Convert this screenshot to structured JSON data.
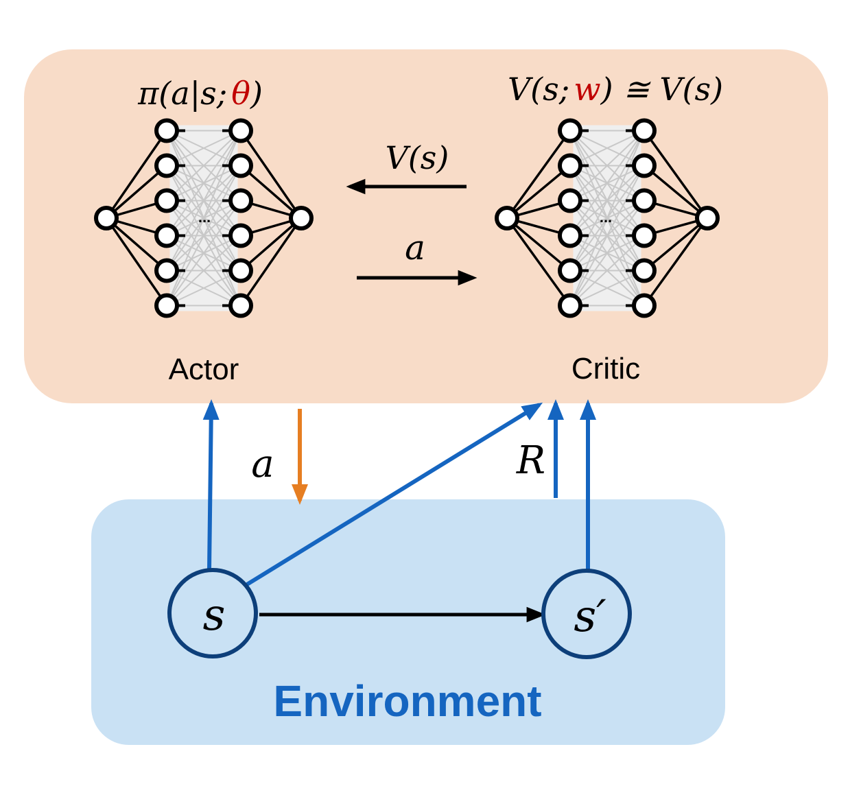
{
  "colors": {
    "agent_bg": "#f8dcc8",
    "env_bg": "#c9e1f4",
    "env_blue": "#1565c0",
    "state_circle": "#0d3f7a",
    "param_red": "#c00000",
    "action_orange": "#e67e22",
    "ink": "#000000"
  },
  "actor": {
    "label": "Actor",
    "policy_prefix": "π(a|s;",
    "policy_param": "θ",
    "policy_suffix": ")",
    "dots": "..."
  },
  "critic": {
    "label": "Critic",
    "value_prefix": "V(s;",
    "value_param": "w",
    "value_suffix": ") ≅ V(s)",
    "dots": "..."
  },
  "arrows": {
    "value_to_actor_label": "V(s)",
    "action_to_critic_label": "a",
    "action_to_env_label": "a",
    "reward_label": "R"
  },
  "environment": {
    "label": "Environment",
    "state": "s",
    "next_state": "s′"
  },
  "icons": [
    "neural-network-icon",
    "arrow-icon"
  ]
}
